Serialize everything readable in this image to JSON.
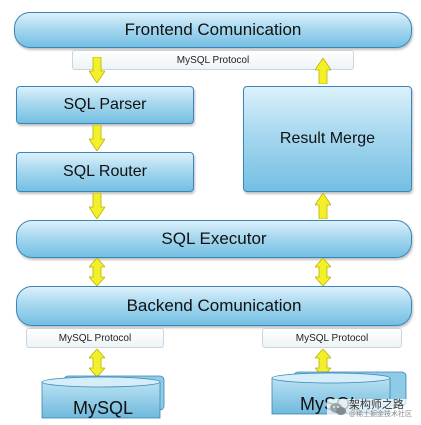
{
  "diagram": {
    "top_bar": "Frontend Comunication",
    "top_protocol": "MySQL  Protocol",
    "parser": "SQL Parser",
    "router": "SQL Router",
    "merge": "Result Merge",
    "executor": "SQL Executor",
    "backend": "Backend Comunication",
    "left_protocol": "MySQL  Protocol",
    "right_protocol": "MySQL  Protocol",
    "left_db": "MySQL",
    "right_db": "MySQL"
  },
  "watermark": {
    "title": "架构师之路",
    "subtitle": "@稀土掘金技术社区"
  },
  "colors": {
    "arrow": "#f3f02a",
    "bar_bottom": "#74bfe3",
    "bar_top": "#dcf1fb",
    "border": "#3a86b8"
  }
}
